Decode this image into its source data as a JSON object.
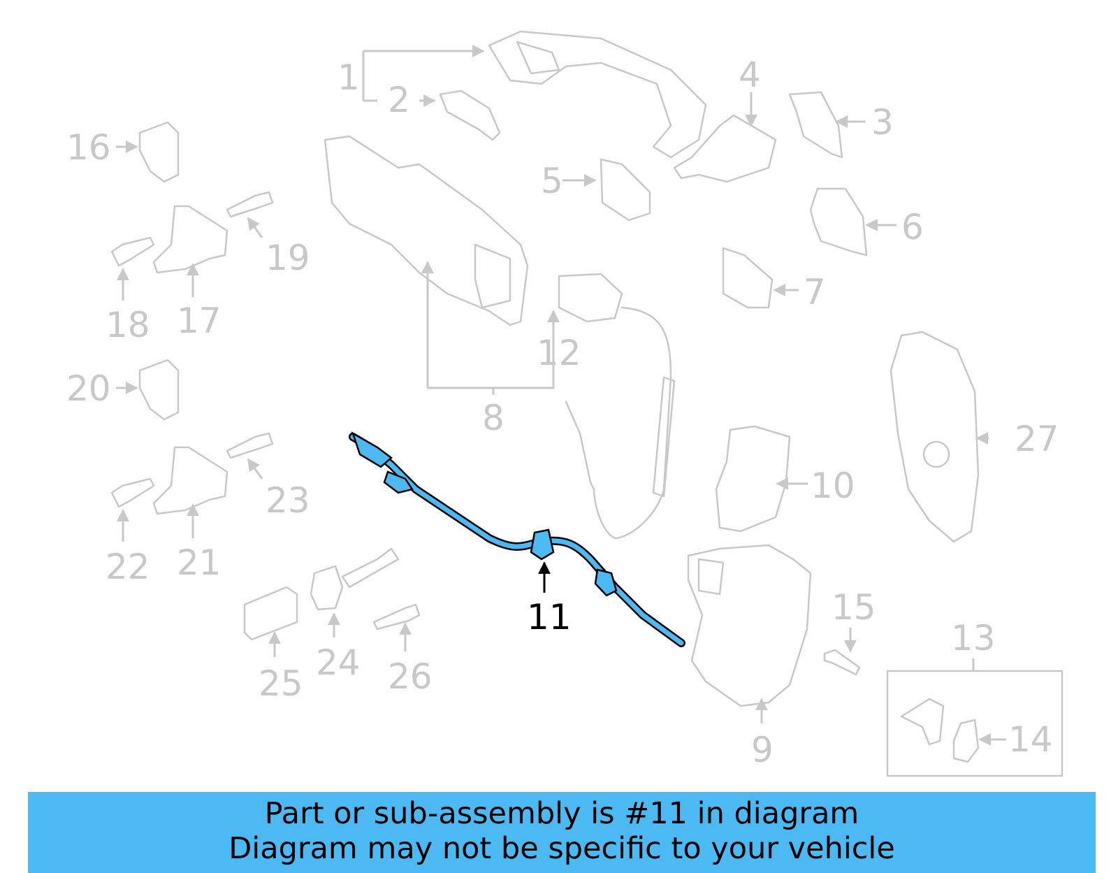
{
  "callouts": [
    "1",
    "2",
    "3",
    "4",
    "5",
    "6",
    "7",
    "8",
    "9",
    "10",
    "11",
    "12",
    "13",
    "14",
    "15",
    "16",
    "17",
    "18",
    "19",
    "20",
    "21",
    "22",
    "23",
    "24",
    "25",
    "26",
    "27"
  ],
  "highlighted_part": "11",
  "colors": {
    "highlight": "#4cb9f2",
    "inactive": "#c8c8c8",
    "banner": "#4cb9f2"
  },
  "banner": {
    "line1": "Part or sub-assembly is #11 in diagram",
    "line2": "Diagram may not be specific to your vehicle"
  }
}
